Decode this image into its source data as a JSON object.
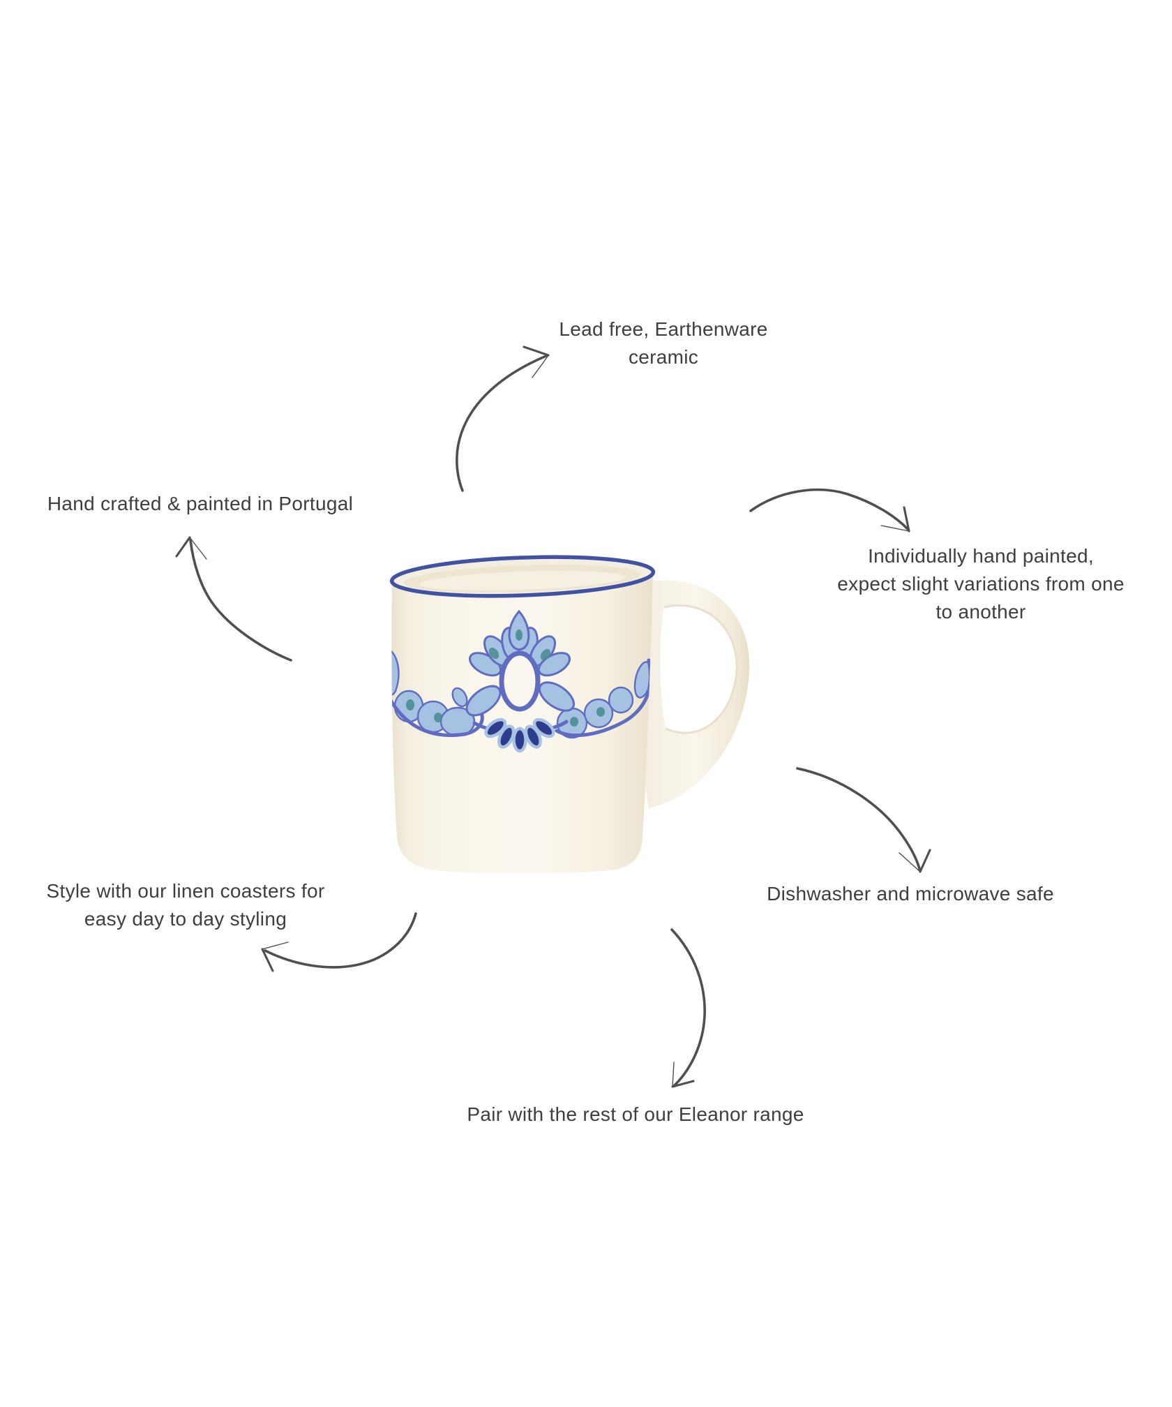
{
  "page": {
    "background_color": "#ffffff"
  },
  "colors": {
    "text": "#3e3e3e",
    "arrow": "#4f4f4f"
  },
  "product": {
    "name": "Eleanor hand painted mug",
    "body_color": "#f8f4e9",
    "rim_color": "#4152a2",
    "pattern_colors": {
      "light_blue": "#a6c2e2",
      "mid_blue": "#5f6cc0",
      "navy": "#2f3c8e",
      "teal": "#46898f"
    }
  },
  "annotations": {
    "lead_free": "Lead free, Earthenware\nceramic",
    "hand_crafted": "Hand crafted & painted in Portugal",
    "hand_painted": "Individually hand painted,\nexpect slight variations from one\nto another",
    "dishwasher": "Dishwasher and microwave safe",
    "coasters": "Style with our linen coasters for\neasy day to day styling",
    "pair_range": "Pair with the rest of our Eleanor range"
  }
}
